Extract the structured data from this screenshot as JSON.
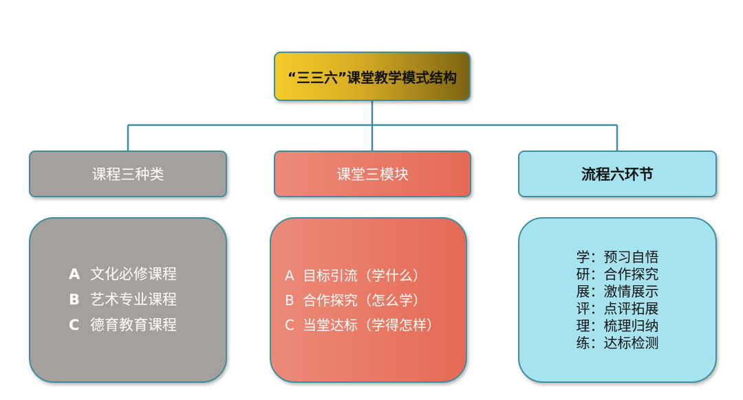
{
  "root": {
    "title": "“三三六”课堂教学模式结构"
  },
  "categories": [
    {
      "title": "课程三种类",
      "items": [
        {
          "letter": "A",
          "text": "文化必修课程"
        },
        {
          "letter": "B",
          "text": "艺术专业课程"
        },
        {
          "letter": "C",
          "text": "德育教育课程"
        }
      ]
    },
    {
      "title": "课堂三模块",
      "items": [
        {
          "letter": "A",
          "text": "目标引流（学什么）"
        },
        {
          "letter": "B",
          "text": "合作探究（怎么学）"
        },
        {
          "letter": "C",
          "text": "当堂达标（学得怎样）"
        }
      ]
    },
    {
      "title": "流程六环节",
      "items": [
        "学：预习自悟",
        "研：合作探究",
        "展：激情展示",
        "评：点评拓展",
        "理：梳理归纳",
        "练：达标检测"
      ]
    }
  ],
  "colors": {
    "connector": "#3d8f9f",
    "root_fill_start": "#f5cc2a",
    "root_fill_end": "#7d6414",
    "gray_fill": "#a6a09c",
    "salmon_fill": "#e97560",
    "cyan_fill": "#a6e3ee"
  }
}
